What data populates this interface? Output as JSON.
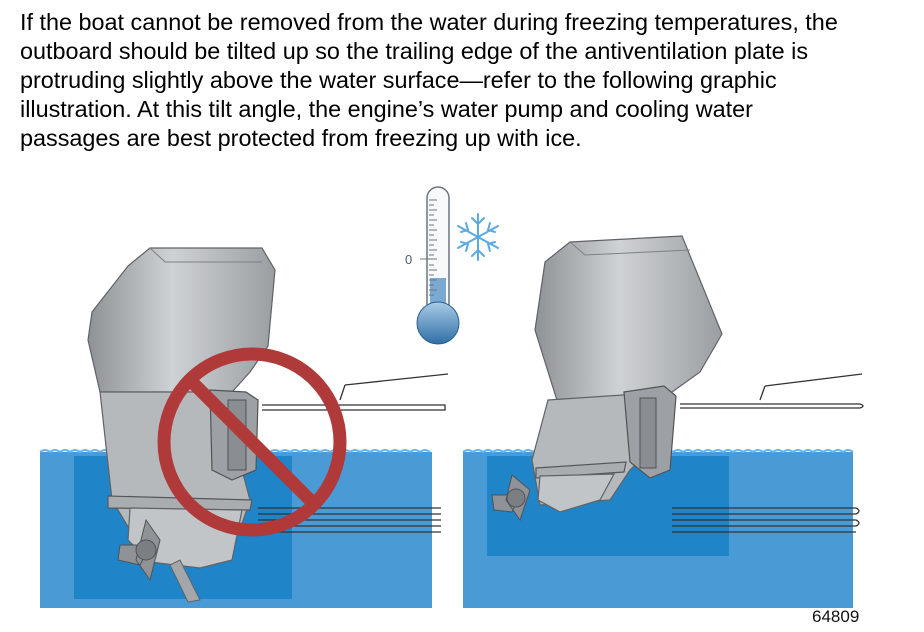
{
  "paragraph": {
    "lines": [
      "If the boat cannot be removed from the water during freezing temperatures, the",
      "outboard should be tilted up so the trailing edge of the antiventilation plate is",
      "protruding slightly above the water surface—refer to the following graphic",
      "illustration. At this tilt angle, the engine’s water pump and cooling water",
      "passages are best protected from freezing up with ice."
    ]
  },
  "figure": {
    "thermometer_zero_label": "0",
    "figure_number": "64809",
    "icons": [
      "thermometer-icon",
      "snowflake-icon",
      "prohibition-icon"
    ],
    "colors": {
      "water_light": "#4a9ad6",
      "water_dark": "#1f84c8",
      "prohibition_red": "#b03a3a",
      "engine_gray": "#b9bcbf",
      "thermometer_blue": "#3a7fb8",
      "snowflake_blue": "#5aa9e0"
    }
  }
}
